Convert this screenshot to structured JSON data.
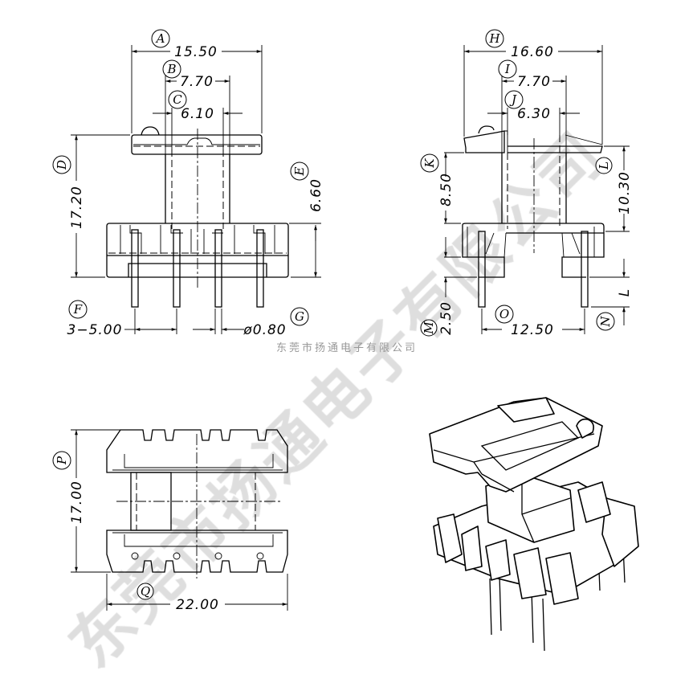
{
  "front_view": {
    "A": {
      "label": "A",
      "value": "15.50"
    },
    "B": {
      "label": "B",
      "value": "7.70"
    },
    "C": {
      "label": "C",
      "value": "6.10"
    },
    "D": {
      "label": "D",
      "value": "17.20"
    },
    "E": {
      "label": "E",
      "value": "6.60"
    },
    "F": {
      "label": "F",
      "value": "3−5.00"
    },
    "G": {
      "label": "G",
      "value": "ø0.80"
    }
  },
  "side_view": {
    "H": {
      "label": "H",
      "value": "16.60"
    },
    "I": {
      "label": "I",
      "value": "7.70"
    },
    "J": {
      "label": "J",
      "value": "6.30"
    },
    "K": {
      "label": "K",
      "value": "8.50"
    },
    "L": {
      "label": "L",
      "value": "10.30"
    },
    "L2": {
      "value": "L"
    },
    "M": {
      "label": "M",
      "value": "2.50"
    },
    "N": {
      "label": "N"
    },
    "O": {
      "label": "O",
      "value": "12.50"
    }
  },
  "bottom_view": {
    "P": {
      "label": "P",
      "value": "17.00"
    },
    "Q": {
      "label": "Q",
      "value": "22.00"
    }
  },
  "watermark": {
    "small": "东莞市扬通电子有限公司",
    "big": "东莞市扬通电子有限公司"
  }
}
